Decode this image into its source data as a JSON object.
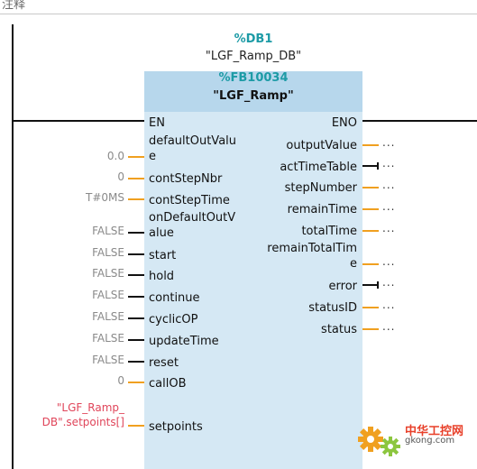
{
  "header": {
    "comment_label": "注释"
  },
  "db": {
    "number": "%DB1",
    "name": "\"LGF_Ramp_DB\""
  },
  "fb": {
    "number": "%FB10034",
    "name": "\"LGF_Ramp\""
  },
  "inputs": [
    {
      "label": "EN",
      "value": ""
    },
    {
      "label": "defaultOutValu",
      "label2": "e",
      "value": "0.0"
    },
    {
      "label": "contStepNbr",
      "value": "0"
    },
    {
      "label": "contStepTime",
      "value": "T#0MS"
    },
    {
      "label": "onDefaultOutV",
      "label2": "alue",
      "value": "FALSE"
    },
    {
      "label": "start",
      "value": "FALSE"
    },
    {
      "label": "hold",
      "value": "FALSE"
    },
    {
      "label": "continue",
      "value": "FALSE"
    },
    {
      "label": "cyclicOP",
      "value": "FALSE"
    },
    {
      "label": "updateTime",
      "value": "FALSE"
    },
    {
      "label": "reset",
      "value": "FALSE"
    },
    {
      "label": "callOB",
      "value": "0"
    },
    {
      "label": "setpoints",
      "value": "\"LGF_Ramp_",
      "value2": "DB\".setpoints[]"
    }
  ],
  "outputs": [
    {
      "label": "ENO"
    },
    {
      "label": "outputValue",
      "dots": "..."
    },
    {
      "label": "actTimeTable",
      "dots": "..."
    },
    {
      "label": "stepNumber",
      "dots": "..."
    },
    {
      "label": "remainTime",
      "dots": "..."
    },
    {
      "label": "totalTime",
      "dots": "..."
    },
    {
      "label": "remainTotalTim",
      "label2": "e",
      "dots": "..."
    },
    {
      "label": "error",
      "dots": "..."
    },
    {
      "label": "statusID",
      "dots": "..."
    },
    {
      "label": "status",
      "dots": "..."
    }
  ],
  "watermark": {
    "site_cn": "中华工控网",
    "site_url": "gkong.com"
  },
  "colors": {
    "teal": "#1d9ba6",
    "block": "#d5e8f4",
    "block_head": "#b7d7ec",
    "connector": "#f0a020",
    "literal_red": "#e0455a"
  }
}
